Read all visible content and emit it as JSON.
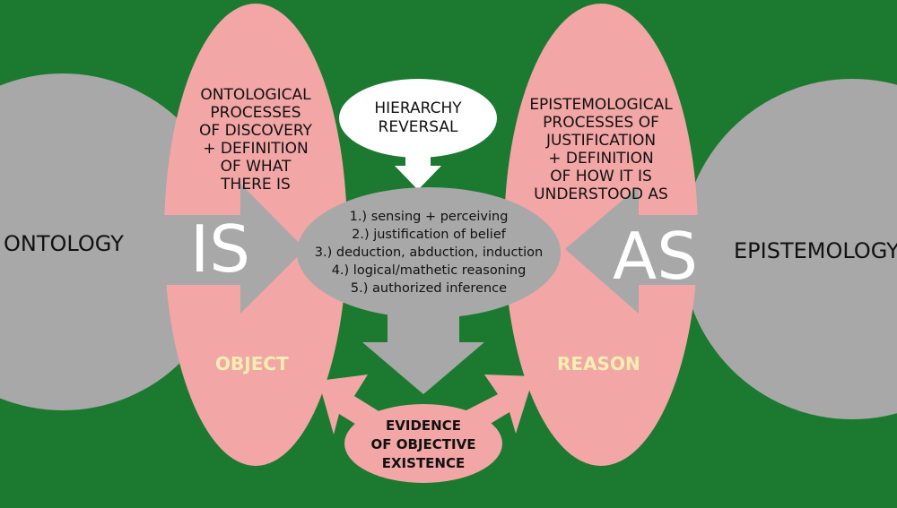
{
  "left_circle": {
    "label": "ONTOLOGY"
  },
  "right_circle": {
    "label": "EPISTEMOLOGY"
  },
  "left_arrow": {
    "label": "IS"
  },
  "right_arrow": {
    "label": "AS"
  },
  "left_oval": {
    "lines": [
      "ONTOLOGICAL",
      "PROCESSES",
      "OF DISCOVERY",
      "+ DEFINITION",
      "OF WHAT",
      "THERE IS"
    ],
    "footer": "OBJECT"
  },
  "right_oval": {
    "lines": [
      "EPISTEMOLOGICAL",
      "PROCESSES OF",
      "JUSTIFICATION",
      "+ DEFINITION",
      "OF HOW IT IS",
      "UNDERSTOOD AS"
    ],
    "footer": "REASON"
  },
  "hierarchy_bubble": {
    "lines": [
      "HIERARCHY",
      "REVERSAL"
    ]
  },
  "center_oval": {
    "items": [
      "1.) sensing + perceiving",
      "2.) justification of belief",
      "3.) deduction, abduction, induction",
      "4.) logical/mathetic reasoning",
      "5.) authorized inference"
    ]
  },
  "evidence_blob": {
    "lines": [
      "EVIDENCE",
      "OF OBJECTIVE",
      "EXISTENCE"
    ]
  },
  "colors": {
    "background": "#1b7a2f",
    "gray": "#a8a8a8",
    "pink": "#f2a6a6",
    "white": "#ffffff",
    "footer_text": "#f6eeb0"
  }
}
